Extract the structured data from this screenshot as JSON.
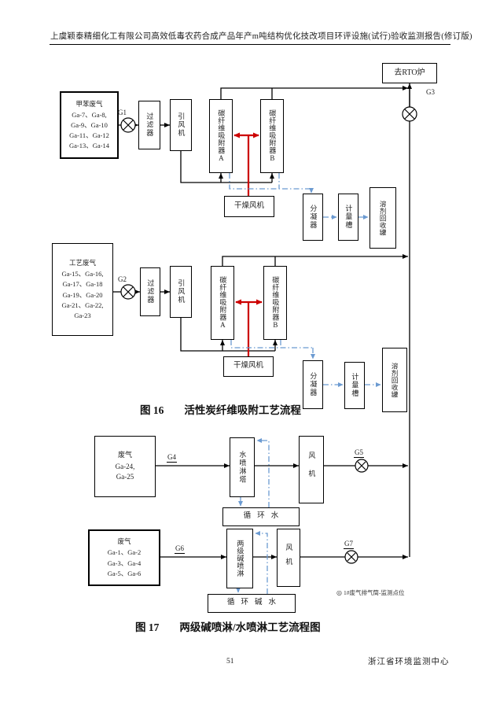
{
  "page": {
    "header": "上虞颖泰精细化工有限公司高效低毒农药合成产品年产m吨结构优化技改项目环评设施(试行)验收监测报告(修订版)",
    "page_number": "51",
    "footer_org": "浙江省环境监测中心"
  },
  "fig16": {
    "caption_label": "图 16",
    "caption_title": "活性炭纤维吸附工艺流程",
    "rto_label": "去RTO炉",
    "stack_label": "G3",
    "unit1": {
      "source_title": "甲苯废气",
      "source_lines": [
        "Ga-7、Ga-8,",
        "Ga-9、Ga-10",
        "Ga-11、Ga-12",
        "Ga-13、Ga-14"
      ],
      "valve_label": "G1",
      "filter": "过滤器",
      "fan": "引风机",
      "adsorber_a": "碳纤维吸附器A",
      "adsorber_b": "碳纤维吸附器B",
      "dry_fan": "干燥风机",
      "condenser": "分凝器",
      "meter_tank": "计量槽",
      "recovery_tank": "溶剂回收罐"
    },
    "unit2": {
      "source_title": "工艺废气",
      "source_lines": [
        "Ga-15、Ga-16,",
        "Ga-17、Ga-18",
        "Ga-19、Ga-20",
        "Ga-21、Ga-22,",
        "Ga-23"
      ],
      "valve_label": "G2",
      "filter": "过滤器",
      "fan": "引风机",
      "adsorber_a": "碳纤维吸附器A",
      "adsorber_b": "碳纤维吸附器B",
      "dry_fan": "干燥风机",
      "condenser": "分凝器",
      "meter_tank": "计量槽",
      "recovery_tank": "溶剂回收罐"
    }
  },
  "fig17": {
    "caption_label": "图 17",
    "caption_title": "两级碱喷淋/水喷淋工艺流程图",
    "water_line": {
      "source_title": "废气",
      "source_lines": [
        "Ga-24,",
        "Ga-25"
      ],
      "point_label": "G4",
      "tower": "水喷淋塔",
      "circulation": "循环水",
      "fan": "风机",
      "fan_label": "G5"
    },
    "alkali_line": {
      "source_title": "废气",
      "source_lines": [
        "Ga-1、Ga-2",
        "Ga-3、Ga-4",
        "Ga-5、Ga-6"
      ],
      "point_label": "G6",
      "tower": "两级碱喷淋",
      "circulation": "循环碱水",
      "fan": "风机",
      "fan_label": "G7"
    },
    "legend": "1#废气排气筒-监测点位"
  },
  "colors": {
    "line_black": "#000000",
    "line_red": "#cc0000",
    "line_blue": "#6b9ad1"
  }
}
